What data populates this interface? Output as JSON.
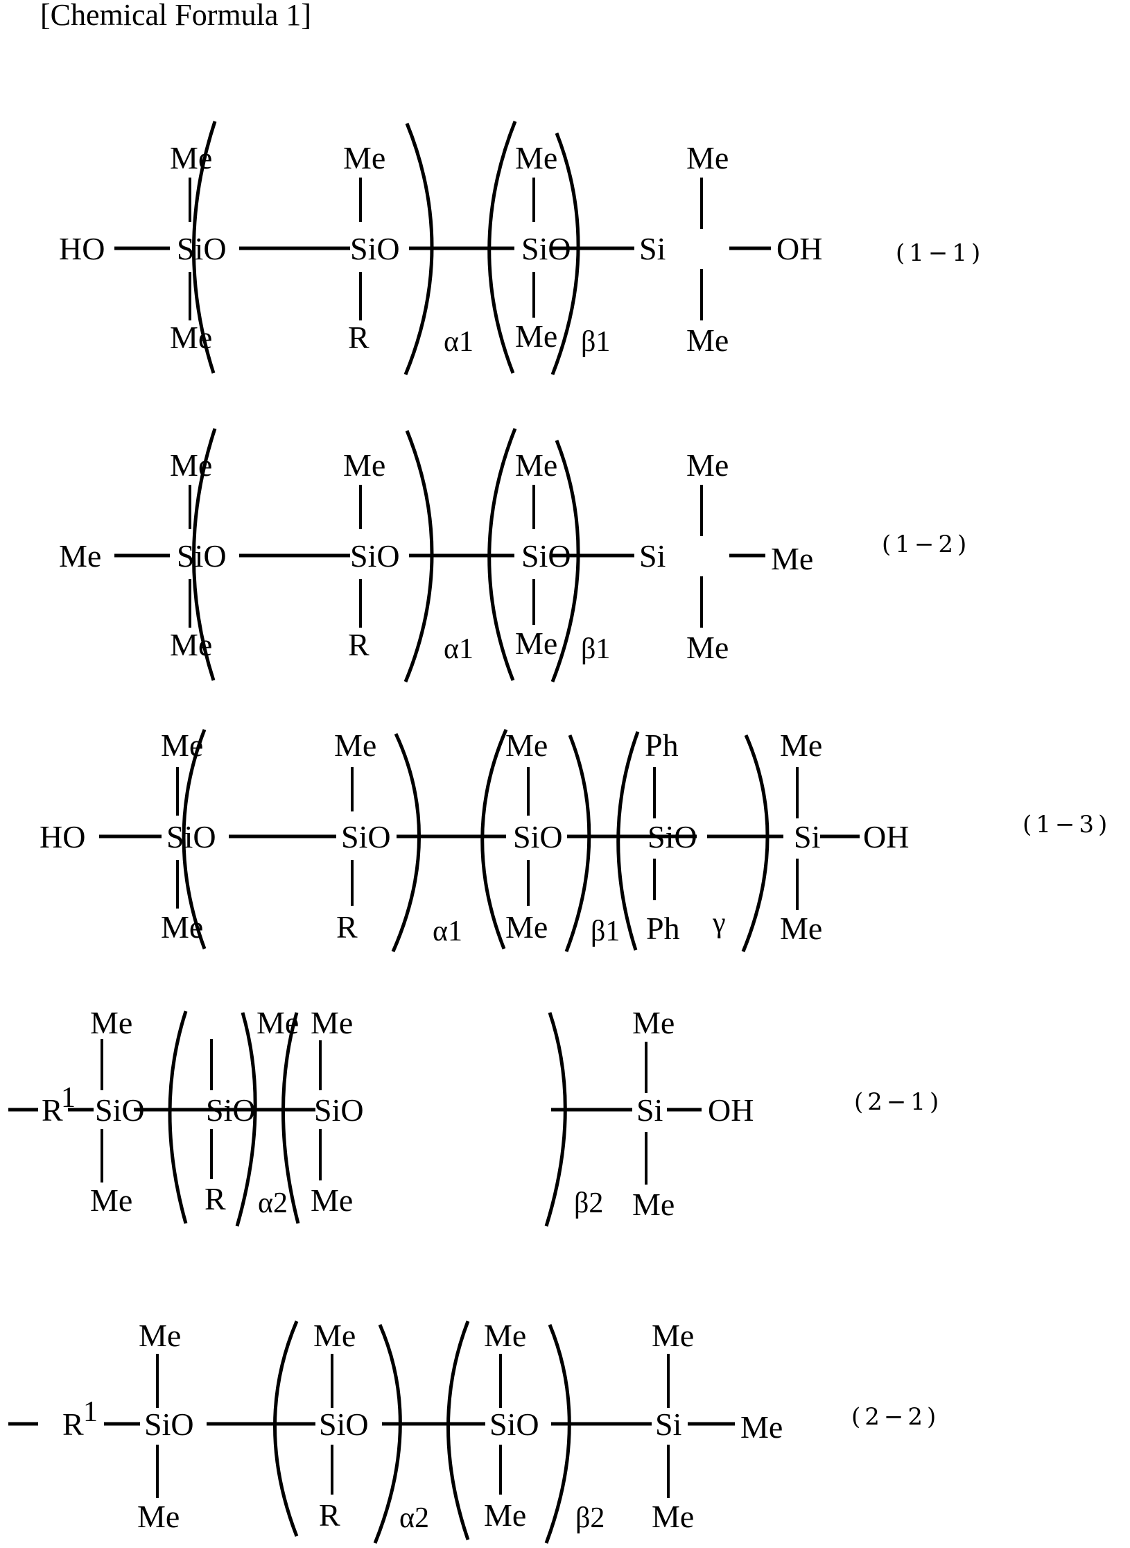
{
  "heading": "[Chemical Formula 1]",
  "atoms": {
    "me": "Me",
    "sio": "SiO",
    "si": "Si",
    "oh": "OH",
    "ho": "HO",
    "r": "R",
    "ph": "Ph",
    "r1": "R",
    "r1_sup": "1"
  },
  "formulas": [
    {
      "id": "1-1",
      "label": "(1−1)",
      "left_terminal": "HO",
      "right_terminal": "OH",
      "units": [
        {
          "top": "Me",
          "bottom": "R",
          "subscript": "α1"
        },
        {
          "top": "Me",
          "bottom": "Me",
          "subscript": "β1"
        }
      ]
    },
    {
      "id": "1-2",
      "label": "(1−2)",
      "left_terminal": "Me",
      "right_terminal": "Me",
      "units": [
        {
          "top": "Me",
          "bottom": "R",
          "subscript": "α1"
        },
        {
          "top": "Me",
          "bottom": "Me",
          "subscript": "β1"
        }
      ]
    },
    {
      "id": "1-3",
      "label": "(1−3)",
      "left_terminal": "HO",
      "right_terminal": "OH",
      "units": [
        {
          "top": "Me",
          "bottom": "R",
          "subscript": "α1"
        },
        {
          "top": "Me",
          "bottom": "Me",
          "subscript": "β1"
        },
        {
          "top": "Ph",
          "bottom": "Ph",
          "subscript": "γ"
        }
      ]
    },
    {
      "id": "2-1",
      "label": "(2−1)",
      "left_terminal": "—R1",
      "right_terminal": "OH",
      "units": [
        {
          "top": "Me",
          "bottom": "R",
          "subscript": "α2"
        },
        {
          "top": "Me",
          "bottom": "Me",
          "subscript": "β2"
        }
      ]
    },
    {
      "id": "2-2",
      "label": "(2−2)",
      "left_terminal": "—R1",
      "right_terminal": "Me",
      "units": [
        {
          "top": "Me",
          "bottom": "R",
          "subscript": "α2"
        },
        {
          "top": "Me",
          "bottom": "Me",
          "subscript": "β2"
        }
      ]
    }
  ]
}
